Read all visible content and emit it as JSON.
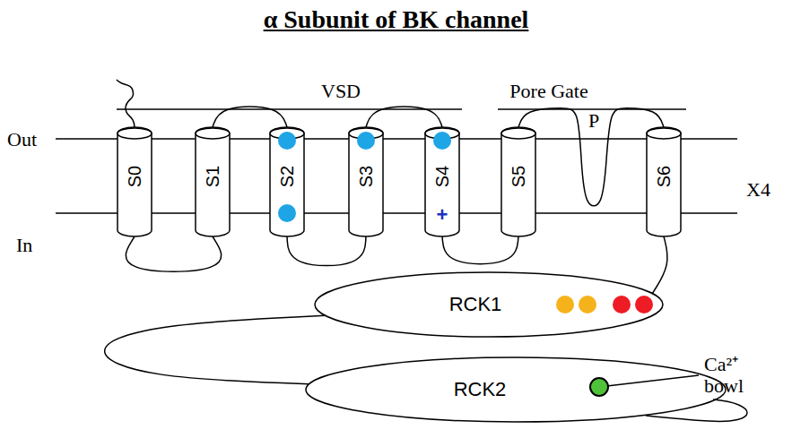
{
  "diagram": {
    "title": "α Subunit of BK channel",
    "nodes": [
      {
        "text": [
          "S0"
        ]
      },
      {
        "text": [
          "S1"
        ]
      },
      {
        "text": [
          "S2"
        ]
      },
      {
        "text": [
          "S3"
        ]
      },
      {
        "text": [
          "S4",
          "+"
        ]
      },
      {
        "text": [
          "S5"
        ]
      },
      {
        "text": [
          "S6"
        ]
      },
      {
        "text": [
          "RCK1"
        ]
      },
      {
        "text": [
          "RCK2"
        ]
      }
    ],
    "edges": [
      {
        "from": 0,
        "to": 1,
        "arrow": "none"
      },
      {
        "from": 1,
        "to": 2,
        "arrow": "none"
      },
      {
        "from": 2,
        "to": 3,
        "arrow": "none"
      },
      {
        "from": 3,
        "to": 4,
        "arrow": "none"
      },
      {
        "from": 4,
        "to": 5,
        "arrow": "none"
      },
      {
        "from": 5,
        "to": 6,
        "label": "P",
        "arrow": "none"
      },
      {
        "from": 6,
        "to": 7,
        "arrow": "none"
      },
      {
        "from": 7,
        "to": 8,
        "arrow": "none"
      }
    ],
    "labels": [
      "VSD",
      "Pore Gate",
      "Out",
      "In",
      "X4",
      "Ca²⁺ bowl"
    ]
  }
}
